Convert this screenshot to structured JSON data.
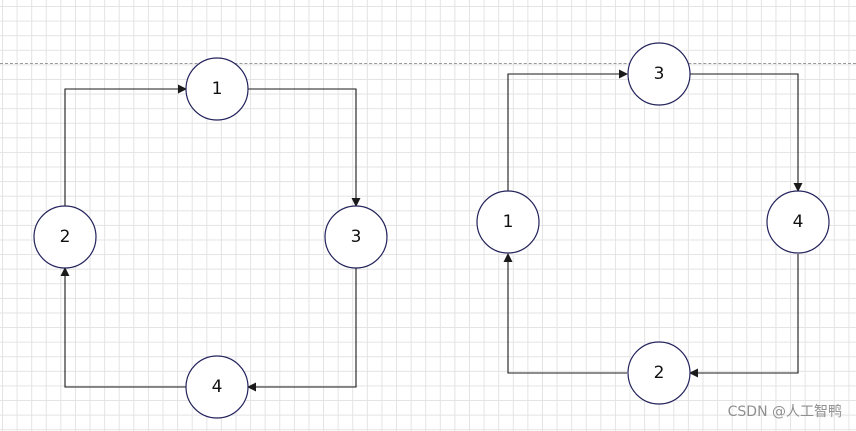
{
  "watermark": "CSDN @人工智鸭",
  "diagrams": [
    {
      "nodes": [
        {
          "id": "a1",
          "label": "1"
        },
        {
          "id": "a2",
          "label": "2"
        },
        {
          "id": "a3",
          "label": "3"
        },
        {
          "id": "a4",
          "label": "4"
        }
      ],
      "edges": [
        {
          "from": "a2",
          "to": "a1"
        },
        {
          "from": "a1",
          "to": "a3"
        },
        {
          "from": "a3",
          "to": "a4"
        },
        {
          "from": "a4",
          "to": "a2"
        }
      ]
    },
    {
      "nodes": [
        {
          "id": "b1",
          "label": "1"
        },
        {
          "id": "b3",
          "label": "3"
        },
        {
          "id": "b4",
          "label": "4"
        },
        {
          "id": "b2",
          "label": "2"
        }
      ],
      "edges": [
        {
          "from": "b1",
          "to": "b3"
        },
        {
          "from": "b3",
          "to": "b4"
        },
        {
          "from": "b4",
          "to": "b2"
        },
        {
          "from": "b2",
          "to": "b1"
        }
      ]
    }
  ],
  "colors": {
    "node_stroke": "#23235c",
    "edge": "#1a1a1a",
    "grid": "#e3e3e3",
    "watermark": "#8f8f8f"
  }
}
